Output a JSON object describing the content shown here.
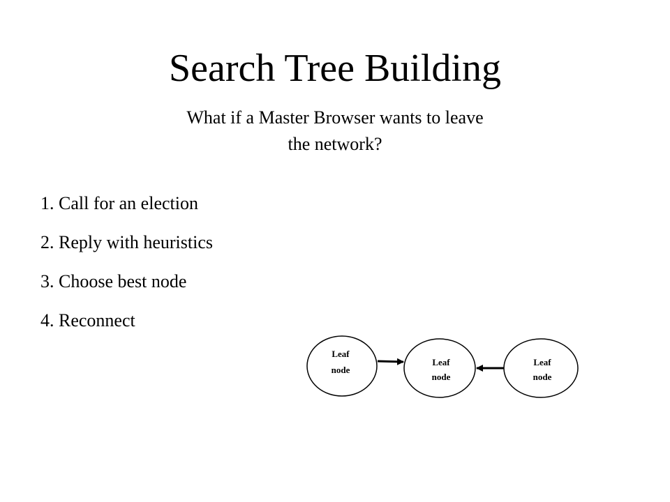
{
  "slide": {
    "title": "Search Tree Building",
    "subtitle_line1": "What if a Master Browser wants to leave",
    "subtitle_line2": "the network?",
    "steps": [
      "1. Call for an election",
      "2. Reply with heuristics",
      "3. Choose best node",
      "4. Reconnect"
    ]
  },
  "diagram": {
    "nodes": [
      {
        "line1": "Leaf",
        "line2": "node"
      },
      {
        "line1": "Leaf",
        "line2": "node"
      },
      {
        "line1": "Leaf",
        "line2": "node"
      }
    ],
    "colors": {
      "stroke": "#000000",
      "fill": "#ffffff"
    }
  }
}
